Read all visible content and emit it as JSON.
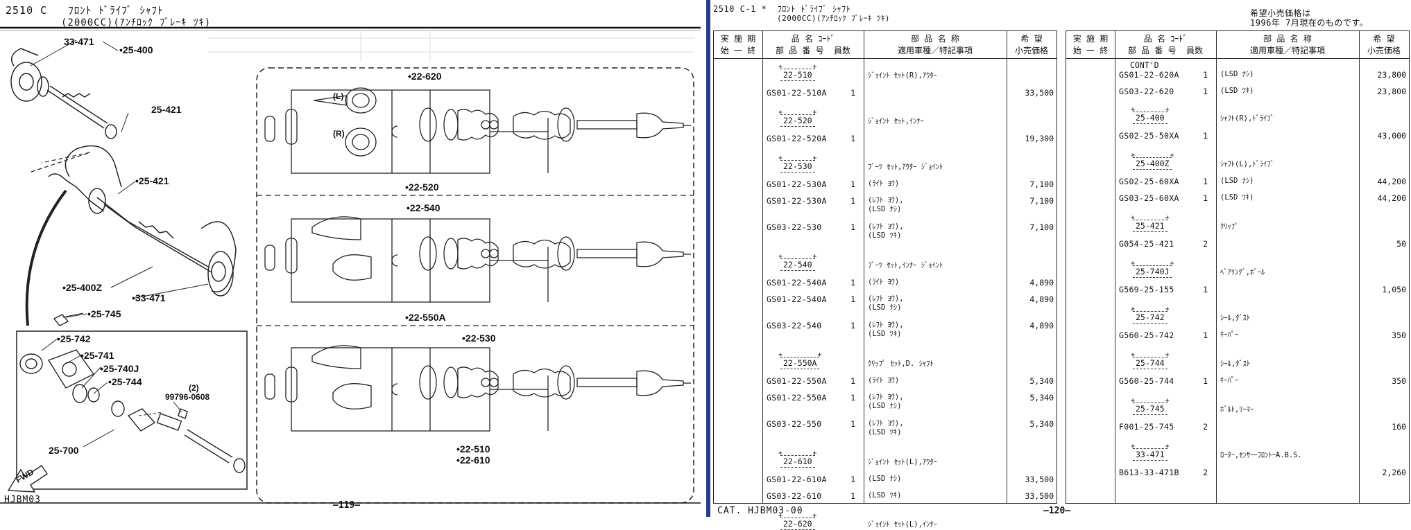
{
  "left_page": {
    "header_line1": "2510 C   ﾌﾛﾝﾄ ﾄﾞﾗｲﾌﾞ ｼｬﾌﾄ",
    "header_line2": "(2000CC)(ｱﾝﾁﾛｯｸ ﾌﾞﾚｰｷ ﾂｷ)",
    "footer_left": "HJBM03",
    "page_number": "—119—",
    "fwd_label": "FWD",
    "callouts": {
      "c33471a": "33-471",
      "c25400": "•25-400",
      "c25421a": "25-421",
      "c25421b": "•25-421",
      "c25400z": "•25-400Z",
      "c33471b": "•33-471",
      "c25745": "•25-745",
      "c25742": "•25-742",
      "c25741": "•25-741",
      "c25740j": "•25-740J",
      "c25744": "•25-744",
      "c99796": "99796-0608",
      "c99796q": "(2)",
      "c25700": "25-700",
      "c22620": "•22-620",
      "c22520": "•22-520",
      "c22540": "•22-540",
      "c22550a": "•22-550A",
      "c22530": "•22-530",
      "c22510": "•22-510",
      "c22610": "•22-610",
      "cL": "(L)",
      "cR": "(R)"
    }
  },
  "right_page": {
    "header_line1": "2510 C-1 *  ﾌﾛﾝﾄ ﾄﾞﾗｲﾌﾞ ｼｬﾌﾄ",
    "header_line2": "(2000CC)(ｱﾝﾁﾛｯｸ ﾌﾞﾚｰｷ ﾂｷ)",
    "price_note_line1": "希望小売価格は",
    "price_note_line2": "1996年 7月現在のものです。",
    "footer_left": "CAT. HJBM03-00",
    "page_number": "—120—",
    "columns": {
      "period": "実 施 期\n始 一 終",
      "code": "品 名 ｺｰﾄﾞ\n部 品 番 号  員数",
      "name": "部 品 名 称\n適用車種／特記事項",
      "price": "希 望\n小売価格"
    },
    "left_table": {
      "groups": [
        {
          "code": "22-510",
          "name": "ｼﾞｮｲﾝﾄ ｾｯﾄ(R),ｱｳﾀｰ",
          "parts": [
            {
              "number": "GS01-22-510A",
              "qty": "1",
              "note": "",
              "price": "33,500"
            }
          ]
        },
        {
          "code": "22-520",
          "name": "ｼﾞｮｲﾝﾄ ｾｯﾄ,ｲﾝﾅｰ",
          "parts": [
            {
              "number": "GS01-22-520A",
              "qty": "1",
              "note": "",
              "price": "19,300"
            }
          ]
        },
        {
          "code": "22-530",
          "name": "ﾌﾞｰﾂ ｾｯﾄ,ｱｳﾀｰ ｼﾞｮｲﾝﾄ",
          "parts": [
            {
              "number": "GS01-22-530A",
              "qty": "1",
              "note": "(ﾗｲﾄ ﾖｳ)",
              "price": "7,100"
            },
            {
              "number": "GS01-22-530A",
              "qty": "1",
              "note": "(ﾚﾌﾄ ﾖｳ),\n(LSD ﾅｼ)",
              "price": "7,100"
            },
            {
              "number": "GS03-22-530",
              "qty": "1",
              "note": "(ﾚﾌﾄ ﾖｳ),\n(LSD ﾂｷ)",
              "price": "7,100"
            }
          ]
        },
        {
          "code": "22-540",
          "name": "ﾌﾞｰﾂ ｾｯﾄ,ｲﾝﾅｰ ｼﾞｮｲﾝﾄ",
          "parts": [
            {
              "number": "GS01-22-540A",
              "qty": "1",
              "note": "(ﾗｲﾄ ﾖｳ)",
              "price": "4,890"
            },
            {
              "number": "GS01-22-540A",
              "qty": "1",
              "note": "(ﾚﾌﾄ ﾖｳ),\n(LSD ﾅｼ)",
              "price": "4,890"
            },
            {
              "number": "GS03-22-540",
              "qty": "1",
              "note": "(ﾚﾌﾄ ﾖｳ),\n(LSD ﾂｷ)",
              "price": "4,890"
            }
          ]
        },
        {
          "code": "22-550A",
          "name": "ｸﾘｯﾌﾟ ｾｯﾄ,D. ｼｬﾌﾄ",
          "parts": [
            {
              "number": "GS01-22-550A",
              "qty": "1",
              "note": "(ﾗｲﾄ ﾖｳ)",
              "price": "5,340"
            },
            {
              "number": "GS01-22-550A",
              "qty": "1",
              "note": "(ﾚﾌﾄ ﾖｳ),\n(LSD ﾅｼ)",
              "price": "5,340"
            },
            {
              "number": "GS03-22-550",
              "qty": "1",
              "note": "(ﾚﾌﾄ ﾖｳ),\n(LSD ﾂｷ)",
              "price": "5,340"
            }
          ]
        },
        {
          "code": "22-610",
          "name": "ｼﾞｮｲﾝﾄ ｾｯﾄ(L),ｱｳﾀｰ",
          "parts": [
            {
              "number": "GS01-22-610A",
              "qty": "1",
              "note": "(LSD ﾅｼ)",
              "price": "33,500"
            },
            {
              "number": "GS03-22-610",
              "qty": "1",
              "note": "(LSD ﾂｷ)",
              "price": "33,500"
            }
          ]
        },
        {
          "code": "22-620",
          "name": "ｼﾞｮｲﾝﾄ ｾｯﾄ(L),ｲﾝﾅｰ",
          "parts": []
        }
      ]
    },
    "right_table": {
      "contd": "CONT'D",
      "contd_parts": [
        {
          "number": "GS01-22-620A",
          "qty": "1",
          "note": "(LSD ﾅｼ)",
          "price": "23,800"
        },
        {
          "number": "GS03-22-620",
          "qty": "1",
          "note": "(LSD ﾂｷ)",
          "price": "23,800"
        }
      ],
      "groups": [
        {
          "code": "25-400",
          "name": "ｼｬﾌﾄ(R),ﾄﾞﾗｲﾌﾞ",
          "parts": [
            {
              "number": "GS02-25-50XA",
              "qty": "1",
              "note": "",
              "price": "43,000"
            }
          ]
        },
        {
          "code": "25-400Z",
          "name": "ｼｬﾌﾄ(L),ﾄﾞﾗｲﾌﾞ",
          "parts": [
            {
              "number": "GS02-25-60XA",
              "qty": "1",
              "note": "(LSD ﾅｼ)",
              "price": "44,200"
            },
            {
              "number": "GS03-25-60XA",
              "qty": "1",
              "note": "(LSD ﾂｷ)",
              "price": "44,200"
            }
          ]
        },
        {
          "code": "25-421",
          "name": "ｸﾘｯﾌﾟ",
          "parts": [
            {
              "number": "G054-25-421",
              "qty": "2",
              "note": "",
              "price": "50"
            }
          ]
        },
        {
          "code": "25-740J",
          "name": "ﾍﾞｱﾘﾝｸﾞ,ﾎﾞｰﾙ",
          "parts": [
            {
              "number": "G569-25-155",
              "qty": "1",
              "note": "",
              "price": "1,050"
            }
          ]
        },
        {
          "code": "25-742",
          "name": "ｼｰﾙ,ﾀﾞｽﾄ",
          "parts": [
            {
              "number": "G560-25-742",
              "qty": "1",
              "note": "ｷｰﾊﾟｰ",
              "price": "350"
            }
          ]
        },
        {
          "code": "25-744",
          "name": "ｼｰﾙ,ﾀﾞｽﾄ",
          "parts": [
            {
              "number": "G560-25-744",
              "qty": "1",
              "note": "ｷｰﾊﾟｰ",
              "price": "350"
            }
          ]
        },
        {
          "code": "25-745",
          "name": "ﾎﾞﾙﾄ,ﾘｰﾏｰ",
          "parts": [
            {
              "number": "F001-25-745",
              "qty": "2",
              "note": "",
              "price": "160"
            }
          ]
        },
        {
          "code": "33-471",
          "name": "ﾛｰﾀｰ,ｾﾝｻｰｰﾌﾛﾝﾄｰA.B.S.",
          "parts": [
            {
              "number": "B613-33-471B",
              "qty": "2",
              "note": "",
              "price": "2,260"
            }
          ]
        }
      ]
    }
  }
}
